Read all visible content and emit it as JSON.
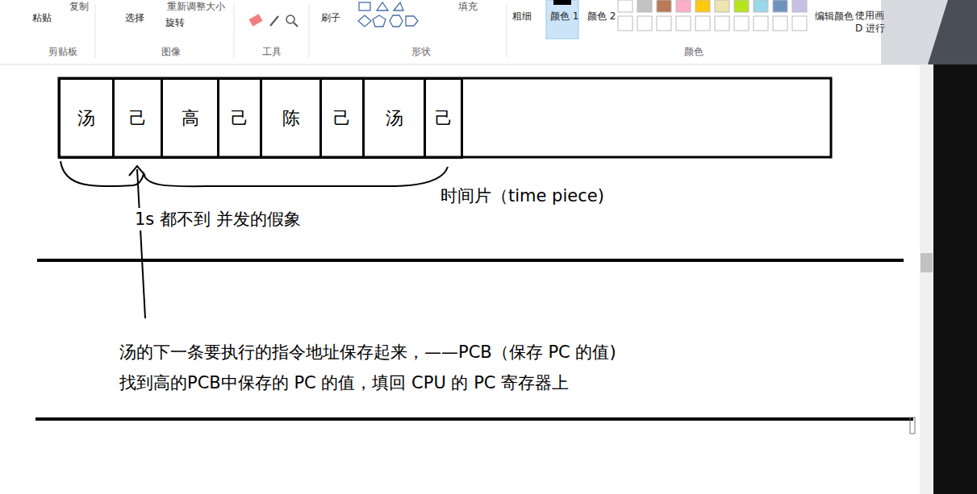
{
  "diagram": {
    "nodes": [
      {
        "text": [
          "汤"
        ]
      },
      {
        "text": [
          "己"
        ]
      },
      {
        "text": [
          "高"
        ]
      },
      {
        "text": [
          "己"
        ]
      },
      {
        "text": [
          "陈"
        ]
      },
      {
        "text": [
          "己"
        ]
      },
      {
        "text": [
          "汤"
        ]
      },
      {
        "text": [
          "己"
        ]
      }
    ],
    "labels": [
      "粘贴",
      "复制",
      "选择",
      "重新调整大小",
      "旋转",
      "填充",
      "刷子",
      "粗细",
      "颜色 1",
      "颜色 2",
      "编辑颜色",
      "使用画 D 进行",
      "剪贴板",
      "图像",
      "工具",
      "形状",
      "颜色",
      "时间片（time piece)",
      "1s 都不到   并发的假象",
      "汤的下一条要执行的指令地址保存起来，——PCB（保存 PC 的值)",
      "找到高的PCB中保存的 PC 的值，填回 CPU 的 PC 寄存器上"
    ]
  }
}
